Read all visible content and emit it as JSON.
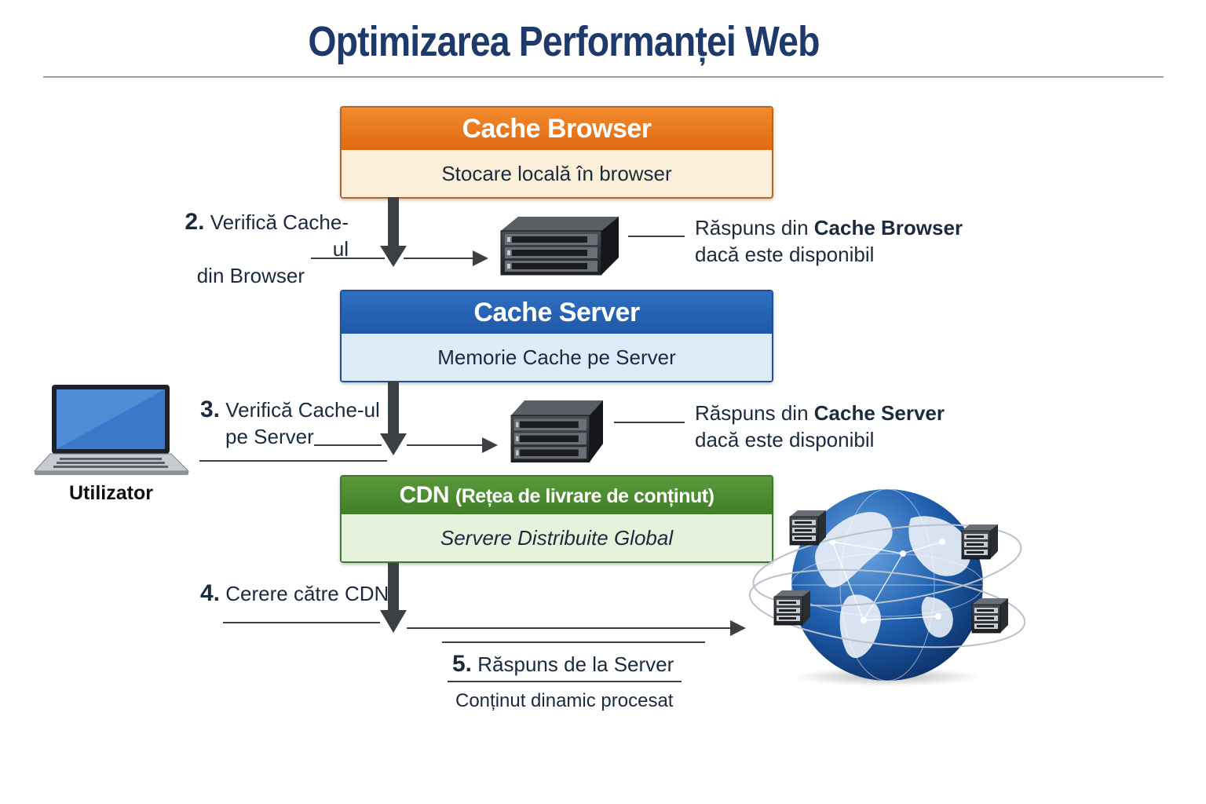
{
  "title": "Optimizarea Performanței Web",
  "boxes": {
    "browser": {
      "title": "Cache Browser",
      "subtitle": "Stocare locală în browser"
    },
    "server": {
      "title": "Cache Server",
      "subtitle": "Memorie Cache pe Server"
    },
    "cdn": {
      "title": "CDN",
      "title_extra": "(Rețea de livrare de conținut)",
      "subtitle": "Servere Distribuite Global"
    }
  },
  "steps": {
    "step2": {
      "num": "2.",
      "line1": "Verifică Cache-ul",
      "line2": "din Browser"
    },
    "step3": {
      "num": "3.",
      "line1": "Verifică Cache-ul",
      "line2": "pe Server"
    },
    "step4": {
      "num": "4.",
      "text": "Cerere către CDN"
    },
    "step5": {
      "num": "5.",
      "text": "Răspuns de la Server",
      "detail": "Conținut dinamic procesat"
    }
  },
  "responses": {
    "browser": {
      "prefix": "Răspuns din ",
      "bold": "Cache Browser",
      "line2": "dacă este disponibil"
    },
    "server": {
      "prefix": "Răspuns din ",
      "bold": "Cache Server",
      "line2": "dacă este disponibil"
    }
  },
  "user": {
    "label": "Utilizator"
  },
  "colors": {
    "title": "#1e3a6b",
    "browser_header": "#e8771e",
    "server_header": "#2563b3",
    "cdn_header": "#4a8a32",
    "arrow": "#3c3f44"
  },
  "icons": {
    "laptop": "laptop-icon",
    "server_rack": "server-rack-icon",
    "globe": "globe-icon"
  }
}
